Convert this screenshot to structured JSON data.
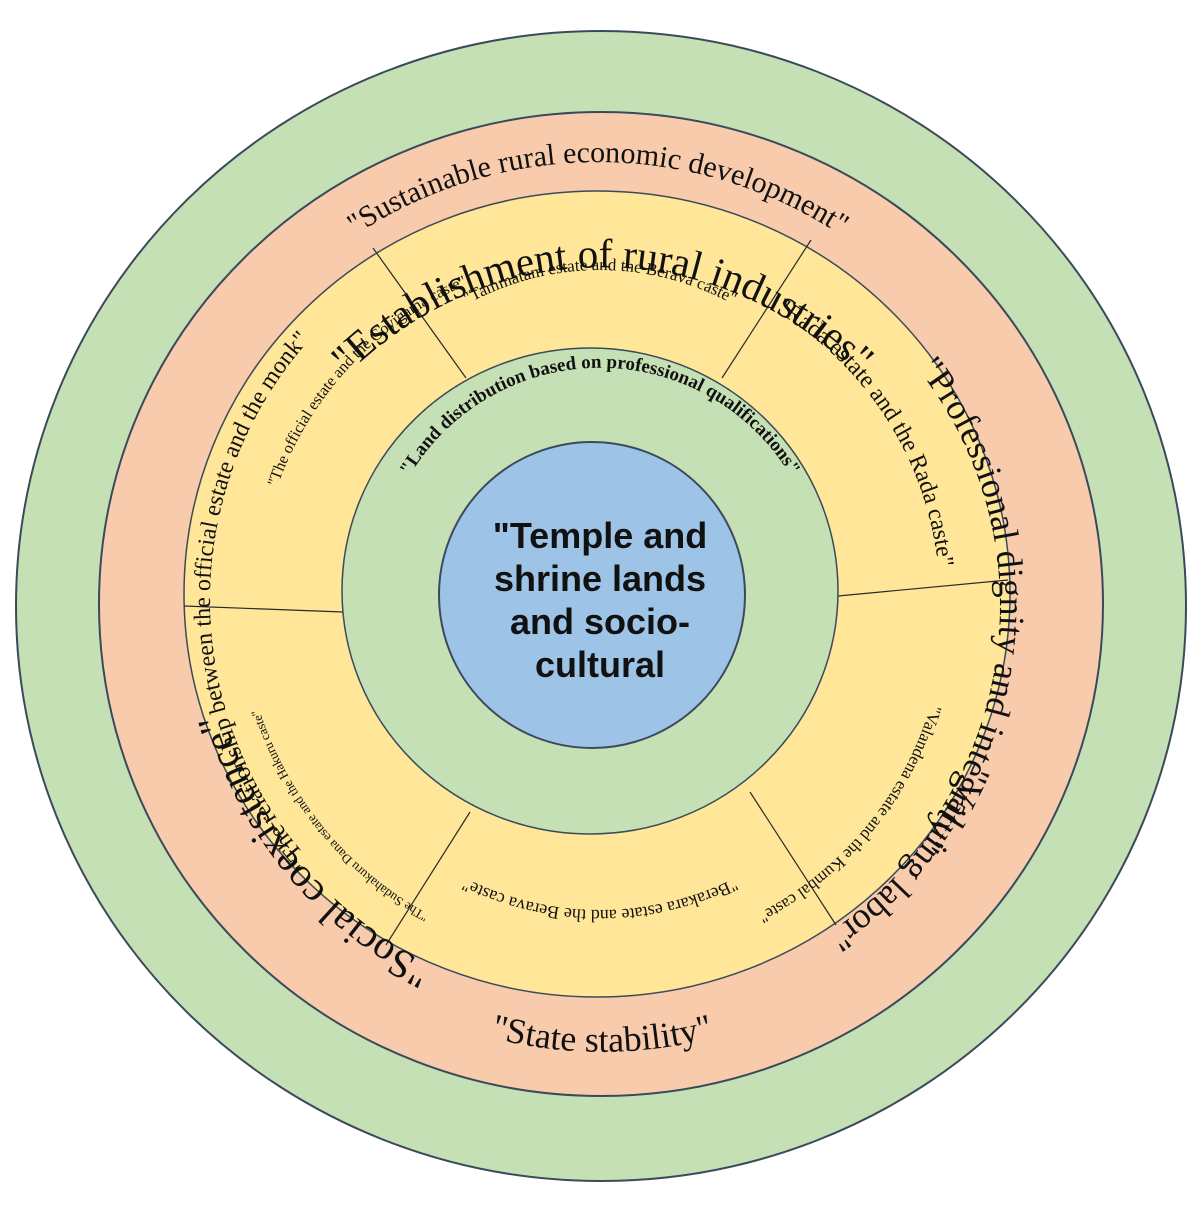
{
  "colors": {
    "outer_green": "#c5e0b4",
    "salmon": "#f8cbad",
    "yellow": "#ffe699",
    "inner_green": "#c5e0b4",
    "center_blue": "#9dc3e6",
    "stroke": "#3b4a5a"
  },
  "center": {
    "label": "\"Temple and shrine lands and socio-cultural"
  },
  "inner_ring": {
    "label": "\"Land distribution based on professional qualifications\""
  },
  "estates": [
    {
      "label": "\"Tammatam estate and the Berava caste\""
    },
    {
      "label": "\"Rada estate and the Rada caste\""
    },
    {
      "label": "\"Valandena estate and the Kumbal caste\""
    },
    {
      "label": "\"Berakara estate and the Berava caste\""
    },
    {
      "label": "\"The Sudahakuru Dana estate and the Hakuru caste\""
    },
    {
      "label": "\"The official estate and the Goyigama caste\""
    }
  ],
  "salmon_ring": {
    "top": "\"Establishment of rural industries\"",
    "right": "\"Professional dignity and integrity\"",
    "bottom_right": "\"Valuing labor\"",
    "bottom_left": "\"Social coexistence\"",
    "left": "\"The relationship between the official estate and the monk\""
  },
  "outer_ring": {
    "top": "\"Sustainable rural economic development\"",
    "bottom": "\"State stability\""
  }
}
